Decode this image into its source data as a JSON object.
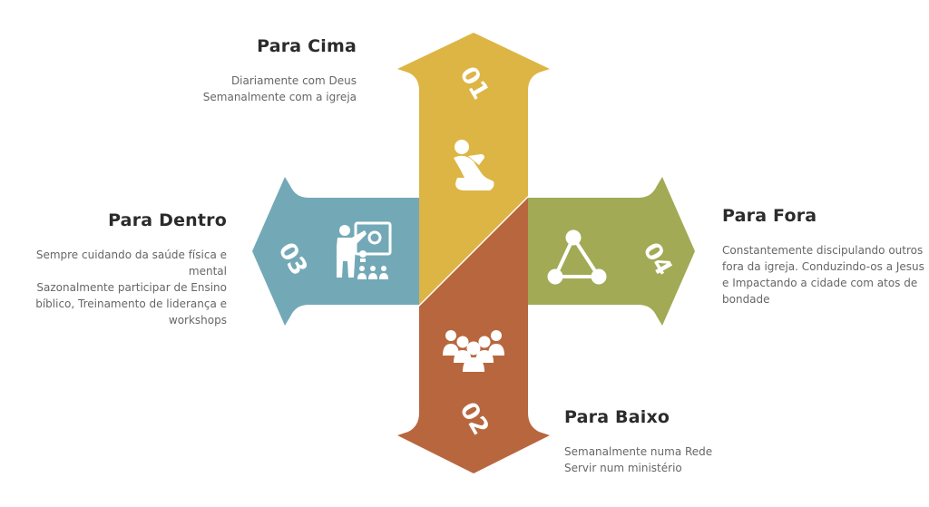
{
  "colors": {
    "up": "#DDB544",
    "down": "#B8663E",
    "inward": "#73A9B7",
    "outward": "#A2AA55",
    "icon": "#ffffff",
    "title_text": "#2b2b2b",
    "body_text": "#666666"
  },
  "arrows": {
    "up": {
      "number": "01",
      "icon": "kneeling-prayer-icon"
    },
    "down": {
      "number": "02",
      "icon": "group-people-icon"
    },
    "inward": {
      "number": "03",
      "icon": "teacher-presentation-icon"
    },
    "outward": {
      "number": "04",
      "icon": "network-triangle-icon"
    }
  },
  "sections": {
    "up": {
      "title": "Para Cima",
      "lines": [
        "Diariamente com Deus",
        "Semanalmente com a igreja"
      ]
    },
    "inward": {
      "title": "Para Dentro",
      "lines": [
        "Sempre cuidando da saúde física e mental",
        "Sazonalmente participar de Ensino",
        "bíblico, Treinamento de liderança e",
        "workshops"
      ]
    },
    "outward": {
      "title": "Para Fora",
      "lines": [
        "Constantemente discipulando outros",
        "fora da igreja. Conduzindo-os a Jesus",
        "e Impactando a cidade com atos de",
        "bondade"
      ]
    },
    "down": {
      "title": "Para Baixo",
      "lines": [
        "Semanalmente numa Rede",
        "Servir num ministério"
      ]
    }
  }
}
